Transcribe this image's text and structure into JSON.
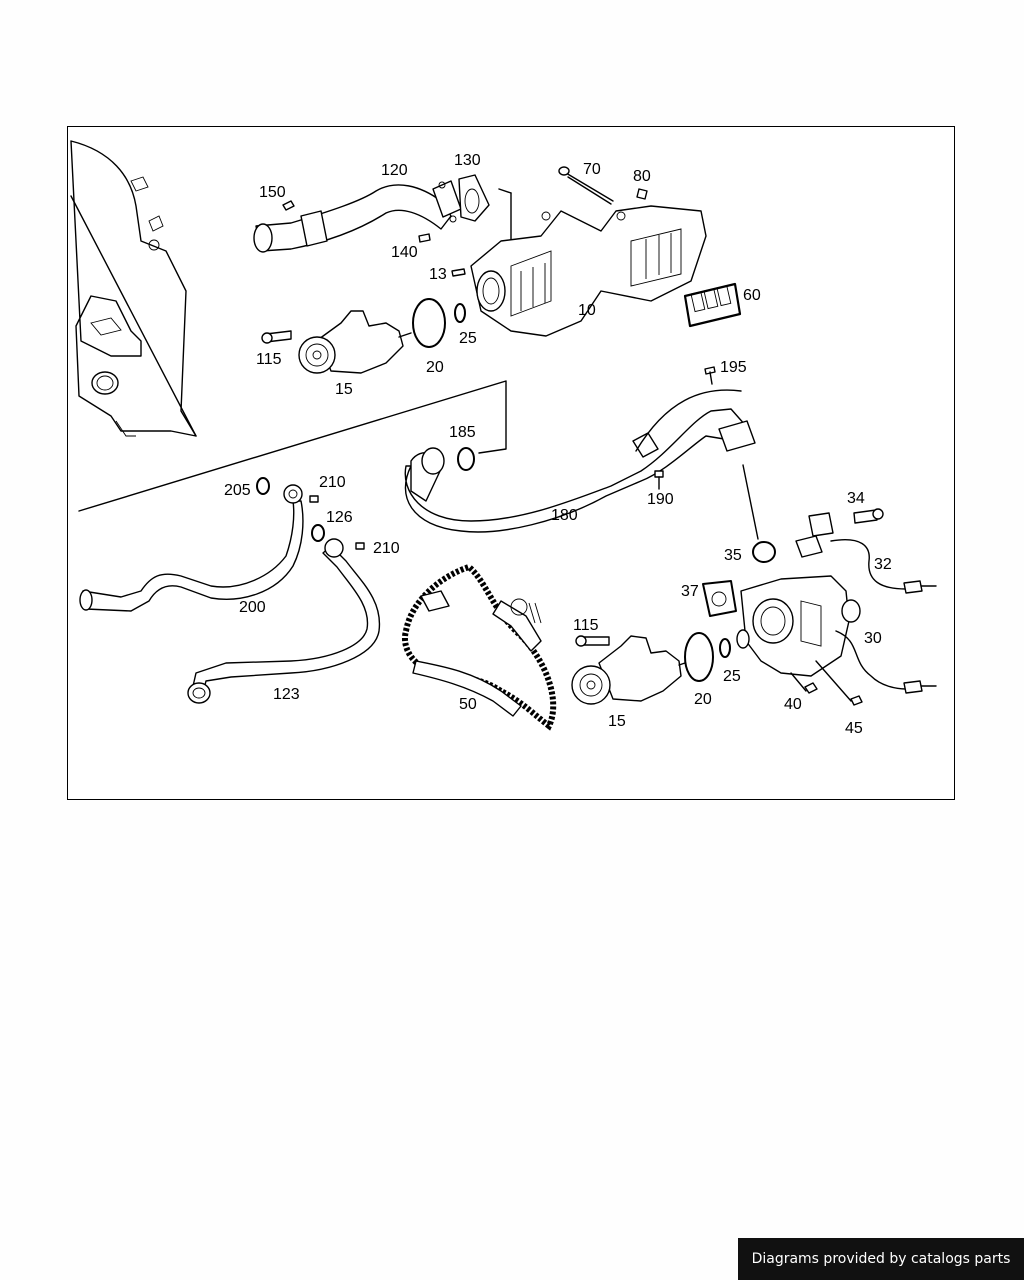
{
  "diagram": {
    "part_labels": [
      {
        "id": "l120",
        "text": "120"
      },
      {
        "id": "l130",
        "text": "130"
      },
      {
        "id": "l70",
        "text": "70"
      },
      {
        "id": "l80",
        "text": "80"
      },
      {
        "id": "l150",
        "text": "150"
      },
      {
        "id": "l140",
        "text": "140"
      },
      {
        "id": "l13",
        "text": "13"
      },
      {
        "id": "l60",
        "text": "60"
      },
      {
        "id": "l10",
        "text": "10"
      },
      {
        "id": "l115a",
        "text": "115"
      },
      {
        "id": "l20a",
        "text": "20"
      },
      {
        "id": "l25a",
        "text": "25"
      },
      {
        "id": "l15a",
        "text": "15"
      },
      {
        "id": "l195",
        "text": "195"
      },
      {
        "id": "l185",
        "text": "185"
      },
      {
        "id": "l205",
        "text": "205"
      },
      {
        "id": "l210a",
        "text": "210"
      },
      {
        "id": "l126",
        "text": "126"
      },
      {
        "id": "l210b",
        "text": "210"
      },
      {
        "id": "l180",
        "text": "180"
      },
      {
        "id": "l190",
        "text": "190"
      },
      {
        "id": "l34",
        "text": "34"
      },
      {
        "id": "l35",
        "text": "35"
      },
      {
        "id": "l32",
        "text": "32"
      },
      {
        "id": "l200",
        "text": "200"
      },
      {
        "id": "l37",
        "text": "37"
      },
      {
        "id": "l115b",
        "text": "115"
      },
      {
        "id": "l30",
        "text": "30"
      },
      {
        "id": "l123",
        "text": "123"
      },
      {
        "id": "l25b",
        "text": "25"
      },
      {
        "id": "l50",
        "text": "50"
      },
      {
        "id": "l20b",
        "text": "20"
      },
      {
        "id": "l15b",
        "text": "15"
      },
      {
        "id": "l40",
        "text": "40"
      },
      {
        "id": "l45",
        "text": "45"
      }
    ]
  },
  "footer": {
    "credit": "Diagrams provided by catalogs parts"
  }
}
